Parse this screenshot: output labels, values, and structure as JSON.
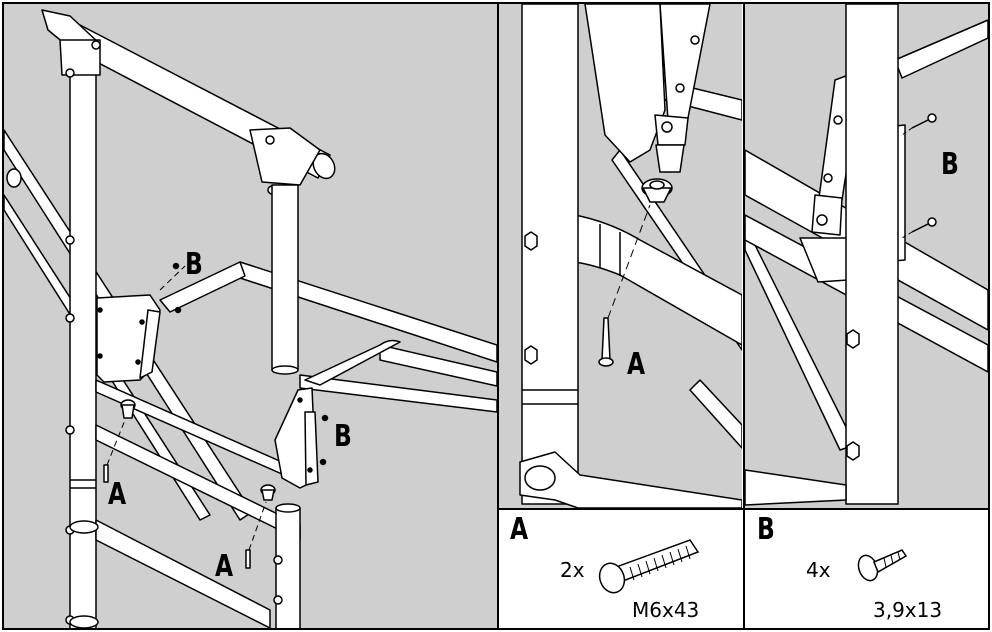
{
  "callouts": {
    "main_b_top": "B",
    "main_b_right": "B",
    "main_a_left": "A",
    "main_a_right": "A",
    "detail1_a": "A",
    "detail2_b": "B"
  },
  "parts": {
    "a": {
      "letter": "A",
      "quantity": "2x",
      "size": "M6x43"
    },
    "b": {
      "letter": "B",
      "quantity": "4x",
      "size": "3,9x13"
    }
  },
  "colors": {
    "background": "#cfcfcf",
    "tube": "#ffffff",
    "stroke": "#000000"
  }
}
